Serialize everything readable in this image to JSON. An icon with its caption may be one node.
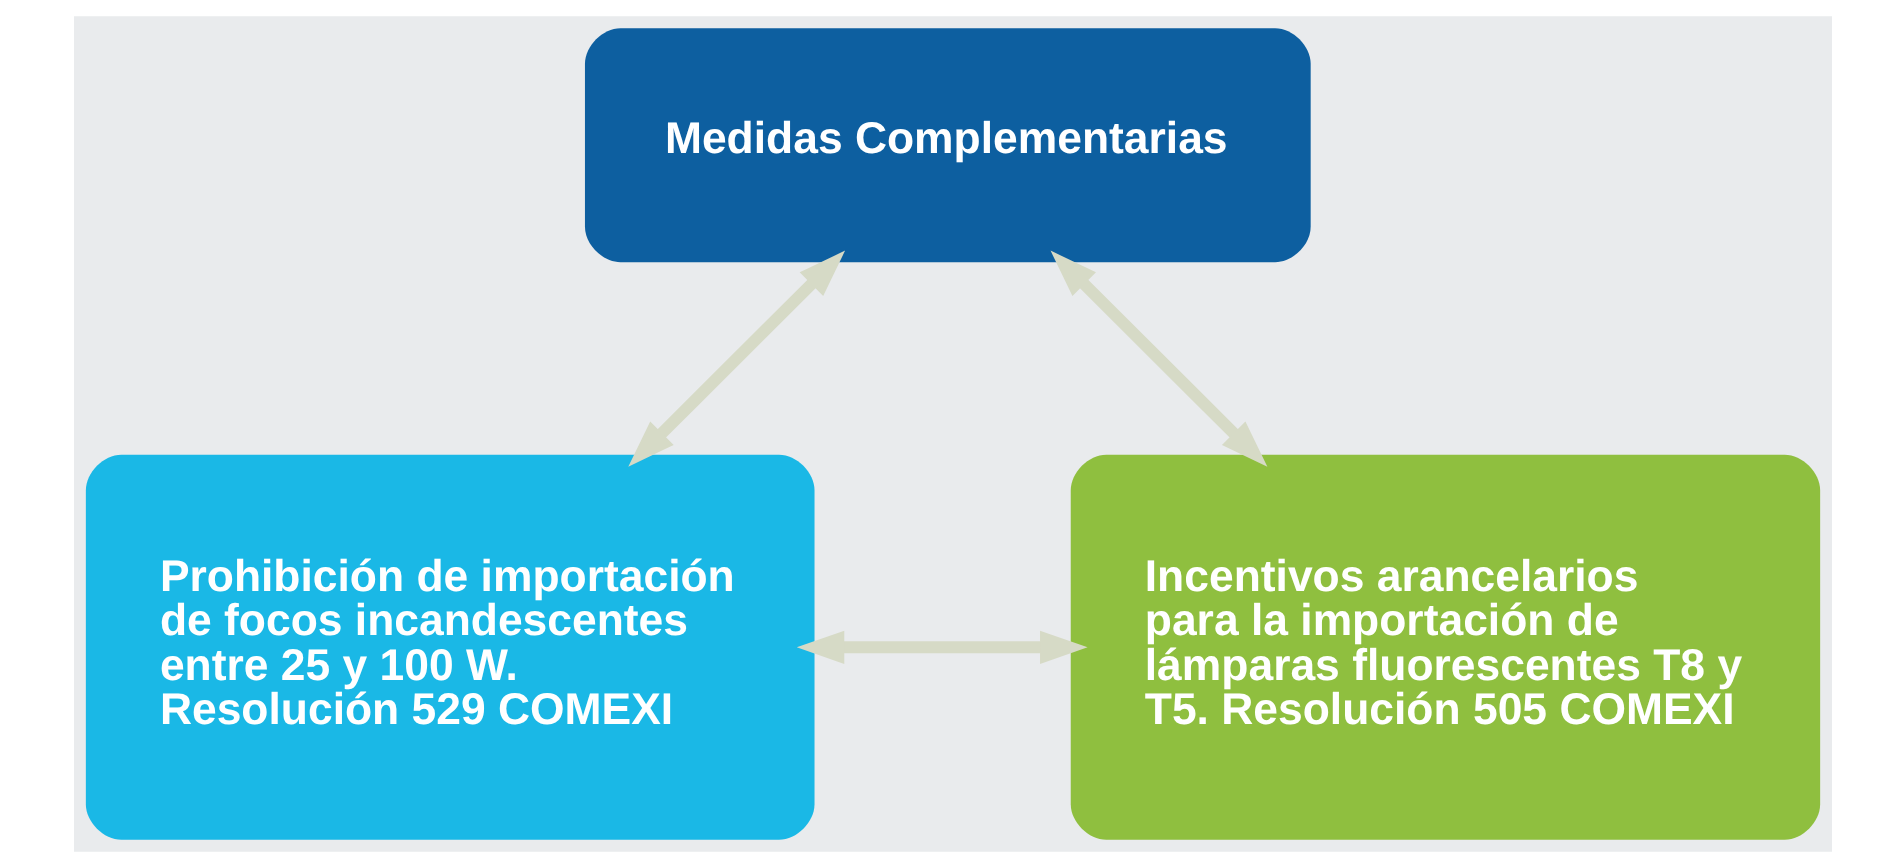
{
  "diagram": {
    "nodes": [
      {
        "text": [
          "Medidas Complementarias"
        ]
      },
      {
        "text": [
          "Prohibición de importación de focos incandescentes entre 25 y 100 W. Resolución 529 COMEXI"
        ]
      },
      {
        "text": [
          "Incentivos arancelarios para la importación de lámparas fluorescentes T8 y T5. Resolución 505 COMEXI"
        ]
      }
    ],
    "edges": [
      {
        "from": 0,
        "to": 1,
        "arrow": "both"
      },
      {
        "from": 0,
        "to": 2,
        "arrow": "both"
      },
      {
        "from": 1,
        "to": 2,
        "arrow": "both"
      }
    ]
  }
}
